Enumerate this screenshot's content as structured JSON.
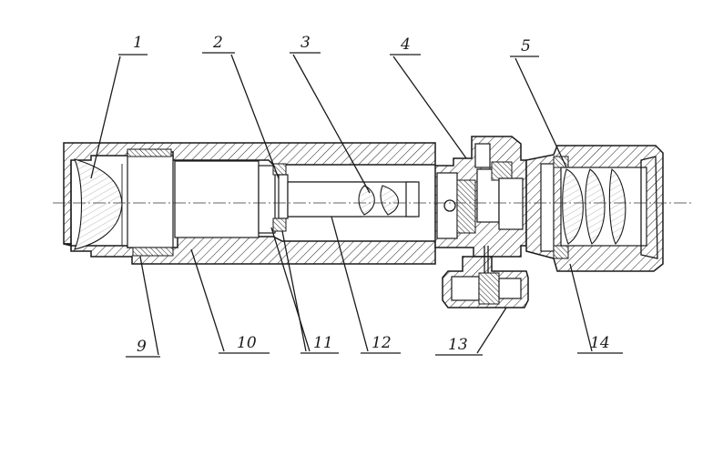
{
  "labels": {
    "l1": "1",
    "l2": "2",
    "l3": "3",
    "l4": "4",
    "l5": "5",
    "l9": "9",
    "l10": "10",
    "l11": "11",
    "l12": "12",
    "l13": "13",
    "l14": "14"
  },
  "colors": {
    "ink": "#1a1a1a",
    "paper": "#ffffff"
  }
}
